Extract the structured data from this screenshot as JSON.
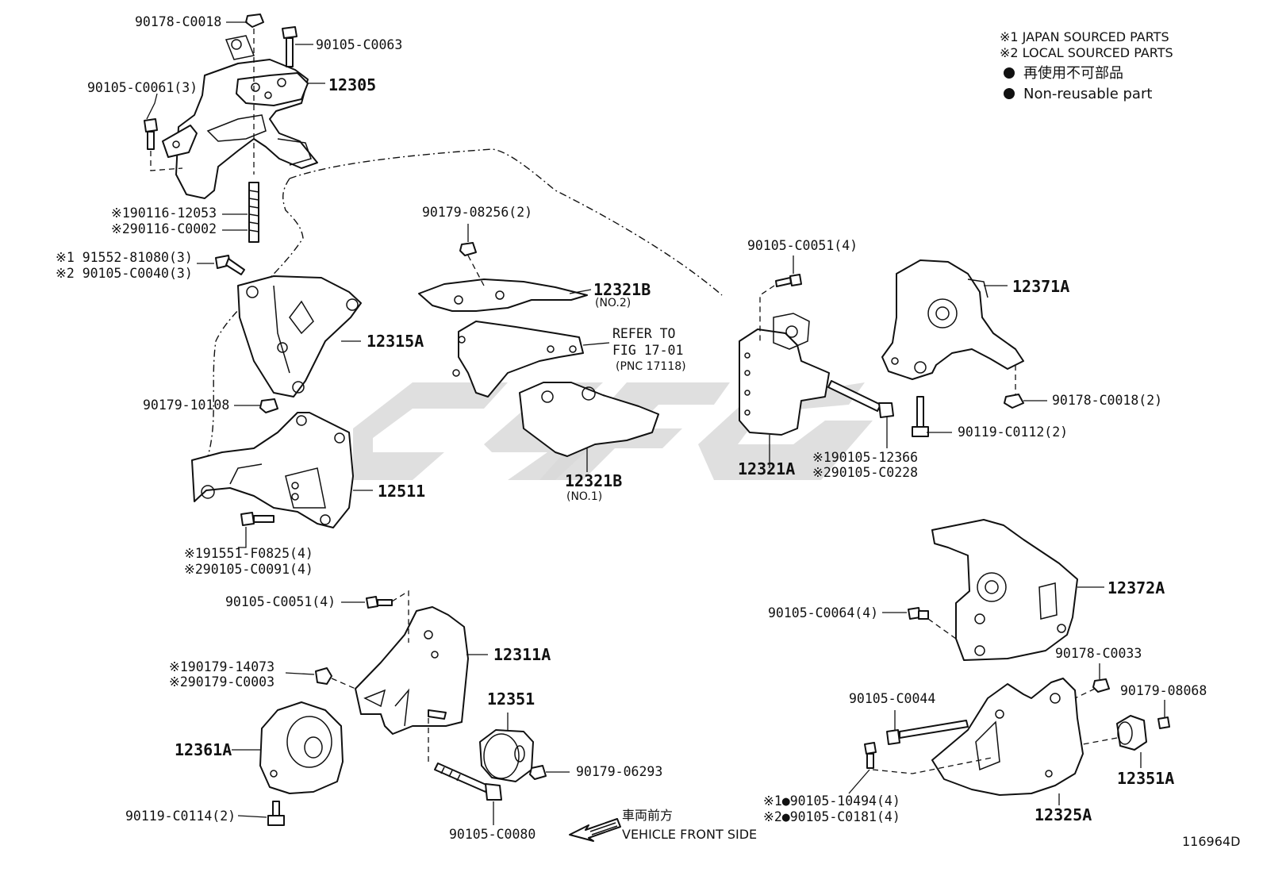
{
  "legend": {
    "japan": "※1 JAPAN SOURCED PARTS",
    "local": "※2 LOCAL SOURCED PARTS",
    "nonreusable_jp": "再使用不可部品",
    "nonreusable_en": "Non-reusable part"
  },
  "refer": {
    "line1": "REFER TO",
    "line2": "FIG 17-01",
    "line3": "(PNC 17118)"
  },
  "vehicle_front": {
    "jp": "車両前方",
    "en": "VEHICLE FRONT SIDE"
  },
  "figure_id": "116964D",
  "labels": {
    "l_90178_C0018": "90178-C0018",
    "l_90105_C0063": "90105-C0063",
    "l_12305": "12305",
    "l_90105_C0061": "90105-C0061(3)",
    "l_90116_12053": "※190116-12053",
    "l_90116_C0002": "※290116-C0002",
    "l_91552_81080": "※1 91552-81080(3)",
    "l_90105_C0040": "※2 90105-C0040(3)",
    "l_12315A": "12315A",
    "l_90179_10108": "90179-10108",
    "l_12511": "12511",
    "l_91551_F0825": "※191551-F0825(4)",
    "l_90105_C0091": "※290105-C0091(4)",
    "l_90179_08256": "90179-08256(2)",
    "l_12321B_top": "12321B",
    "l_no2": "(NO.2)",
    "l_12321B_bottom": "12321B",
    "l_no1": "(NO.1)",
    "l_90105_C0051_top": "90105-C0051(4)",
    "l_12321A": "12321A",
    "l_12371A": "12371A",
    "l_90178_C0018_2": "90178-C0018(2)",
    "l_90119_C0112": "90119-C0112(2)",
    "l_90105_12366": "※190105-12366",
    "l_90105_C0228": "※290105-C0228",
    "l_90105_C0051_bot": "90105-C0051(4)",
    "l_12311A": "12311A",
    "l_90179_14073": "※190179-14073",
    "l_90179_C0003": "※290179-C0003",
    "l_12351": "12351",
    "l_12361A": "12361A",
    "l_90179_06293": "90179-06293",
    "l_90119_C0114": "90119-C0114(2)",
    "l_90105_C0080": "90105-C0080",
    "l_12372A": "12372A",
    "l_90105_C0064": "90105-C0064(4)",
    "l_90178_C0033": "90178-C0033",
    "l_90179_08068": "90179-08068",
    "l_90105_C0044": "90105-C0044",
    "l_12351A": "12351A",
    "l_90105_10494": "※1●90105-10494(4)",
    "l_90105_C0181": "※2●90105-C0181(4)",
    "l_12325A": "12325A"
  }
}
